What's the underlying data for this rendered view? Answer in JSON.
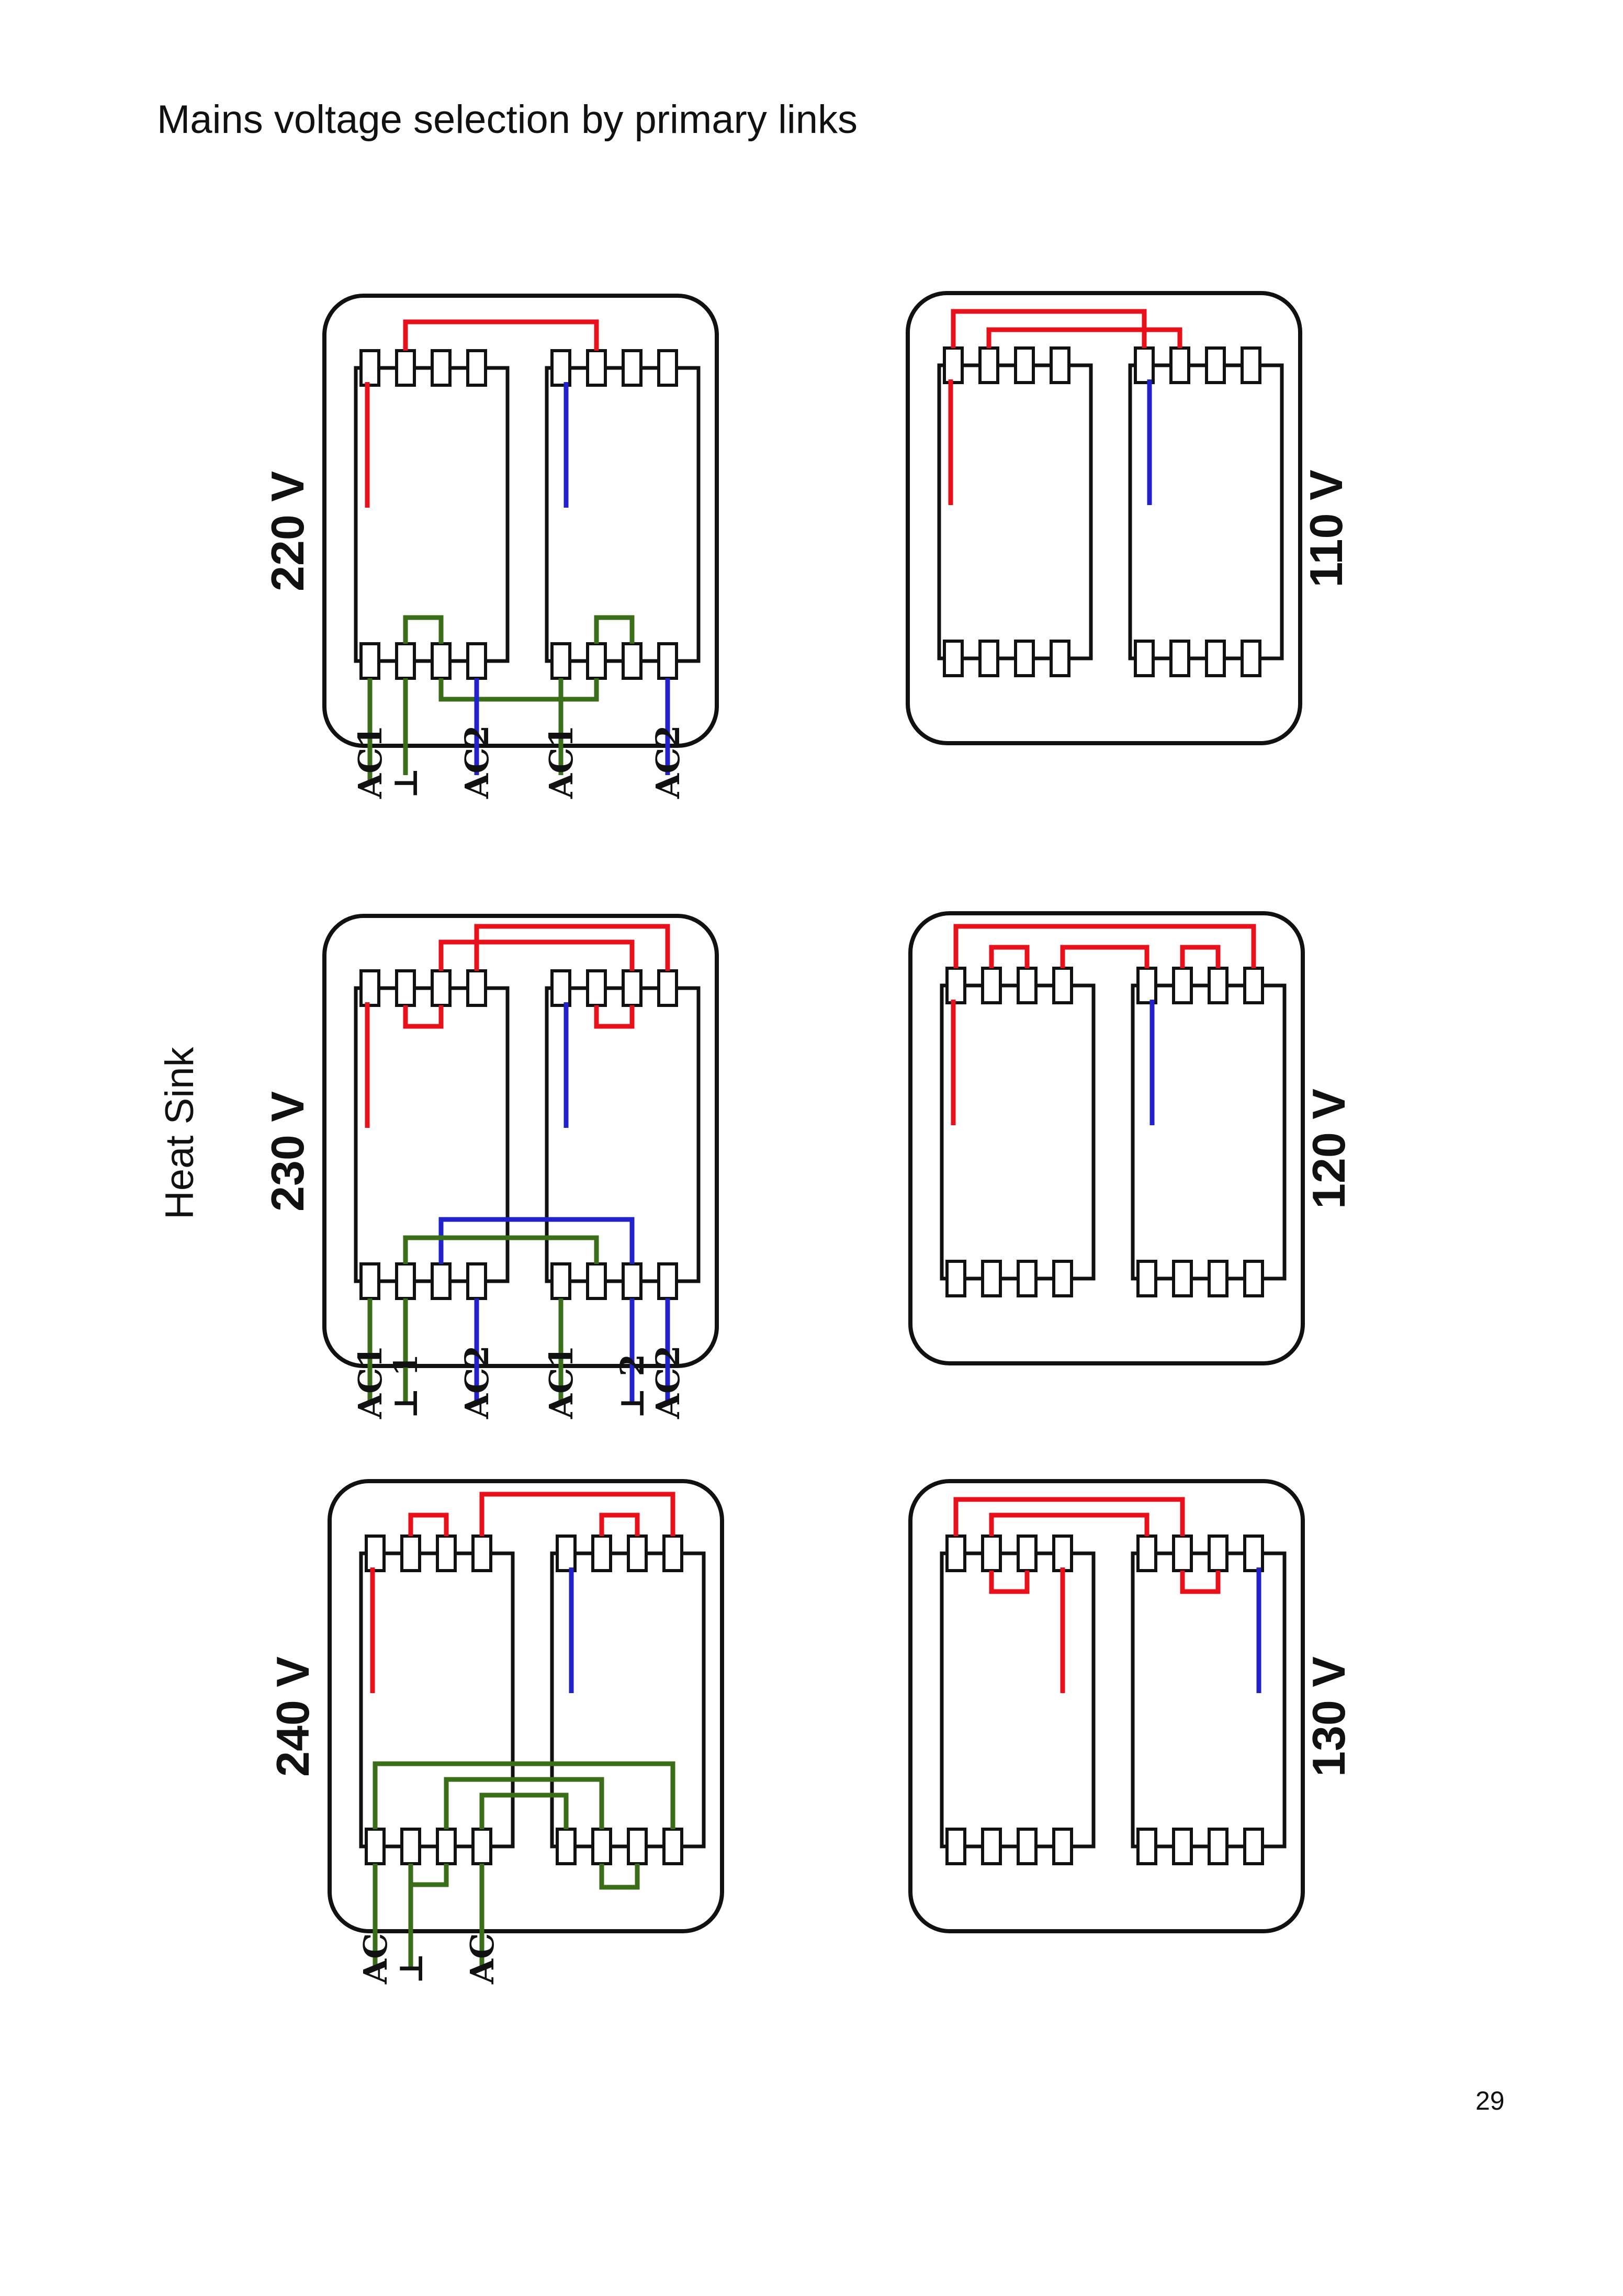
{
  "page": {
    "title": "Mains voltage selection by primary links",
    "side_label": "Heat Sink",
    "page_number": "29"
  },
  "colors": {
    "red_link": "#e8101a",
    "blue_wire": "#2222cc",
    "green_wire": "#3a6e18",
    "outline": "#111111"
  },
  "panels": [
    {
      "voltage": "220 V"
    },
    {
      "voltage": "230 V"
    },
    {
      "voltage": "240 V"
    },
    {
      "voltage": "110 V"
    },
    {
      "voltage": "120 V"
    },
    {
      "voltage": "130 V"
    }
  ],
  "terminal_labels": {
    "v220": [
      "AC1",
      "⊥",
      "AC2",
      "AC1",
      "AC2"
    ],
    "v230": [
      "AC1",
      "⊥ 1",
      "AC2",
      "AC1",
      "⊥ 2",
      "AC2"
    ],
    "v240": [
      "AC",
      "⊥",
      "AC"
    ]
  }
}
